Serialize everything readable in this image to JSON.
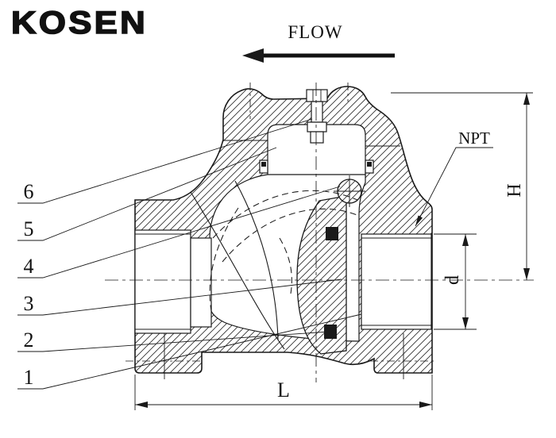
{
  "logo": {
    "text": "KOSEN"
  },
  "flow": {
    "label": "FLOW"
  },
  "callouts": {
    "items": [
      "6",
      "5",
      "4",
      "3",
      "2",
      "1"
    ]
  },
  "annotations": {
    "npt": "NPT"
  },
  "dimensions": {
    "h": "H",
    "d": "d",
    "l": "L"
  },
  "colors": {
    "line": "#1a1a1a",
    "background": "#ffffff"
  }
}
